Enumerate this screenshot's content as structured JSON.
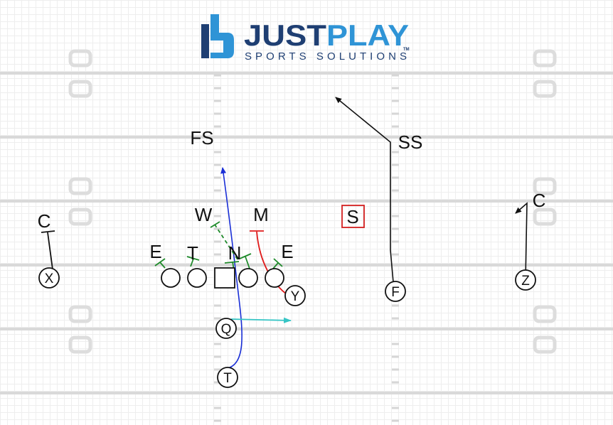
{
  "logo": {
    "brand_part1": "JUST",
    "brand_part2": "PLAY",
    "tagline": "SPORTS SOLUTIONS",
    "trademark": "TM",
    "colors": {
      "dark": "#1f3f73",
      "light": "#2f94d6"
    }
  },
  "defense": {
    "free_safety": "FS",
    "strong_safety": "SS",
    "will": "W",
    "mike": "M",
    "sam": "S",
    "left_end": "E",
    "tackle": "T",
    "nose": "N",
    "right_end": "E",
    "left_corner": "C",
    "right_corner": "C"
  },
  "offense": {
    "x_receiver": "X",
    "y_tight_end": "Y",
    "z_receiver": "Z",
    "quarterback": "Q",
    "tailback": "T",
    "fullback": "F"
  },
  "colors": {
    "yard_line": "#d9d9d9",
    "hash": "#d6d6d6",
    "route_black": "#111111",
    "route_blue": "#1a2fd6",
    "route_red": "#e01b1b",
    "route_cyan": "#36c5c5",
    "block_green": "#1e8a2a",
    "sam_box": "#d42020"
  }
}
